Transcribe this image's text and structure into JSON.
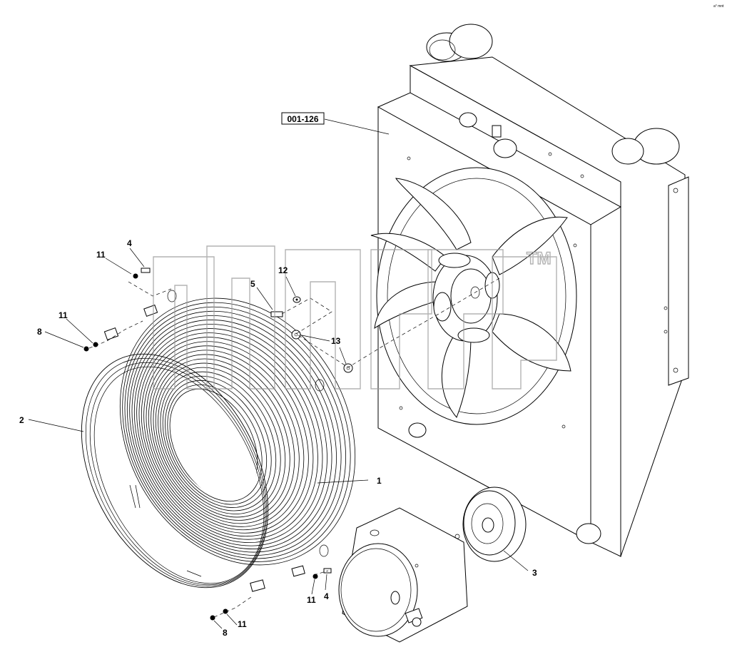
{
  "reference": {
    "label": "001-126"
  },
  "callouts": {
    "c1": "1",
    "c2": "2",
    "c3": "3",
    "c4a": "4",
    "c4b": "4",
    "c5": "5",
    "c8a": "8",
    "c8b": "8",
    "c11a": "11",
    "c11b": "11",
    "c11c": "11",
    "c11d": "11",
    "c12": "12",
    "c13": "13"
  },
  "watermark": {
    "text": "TM"
  },
  "corner_mark": "a° mnt"
}
